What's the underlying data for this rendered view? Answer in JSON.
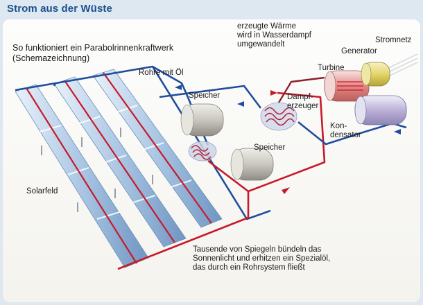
{
  "title": "Strom aus der Wüste",
  "subtitle": "So funktioniert ein Parabolrinnenkraftwerk\n(Schemazeichnung)",
  "labels": {
    "rohre": "Rohre mit Öl",
    "solarfeld": "Solarfeld",
    "speicher_top": "Speicher",
    "speicher_bottom": "Speicher",
    "erzeugte": "erzeugte Wärme\nwird in Wasserdampf\numgewandelt",
    "dampferzeuger": "Dampf-\nerzeuger",
    "turbine": "Turbine",
    "generator": "Generator",
    "stromnetz": "Stromnetz",
    "kondensator": "Kon-\ndensator",
    "tausende": "Tausende von Spiegeln bündeln das\nSonnenlicht und erhitzen ein Spezialöl,\ndas durch ein Rohrsystem fließt"
  },
  "colors": {
    "title": "#1a4f8c",
    "hot_pipe": "#c8192b",
    "cold_pipe": "#1f4d9c",
    "mirror": "#bcd3e8",
    "tank": "#c9c7bf",
    "generator": "#e3d56a"
  },
  "icons": {
    "arrow": "flow-arrow-icon",
    "coil": "heat-exchanger-coil-icon"
  }
}
